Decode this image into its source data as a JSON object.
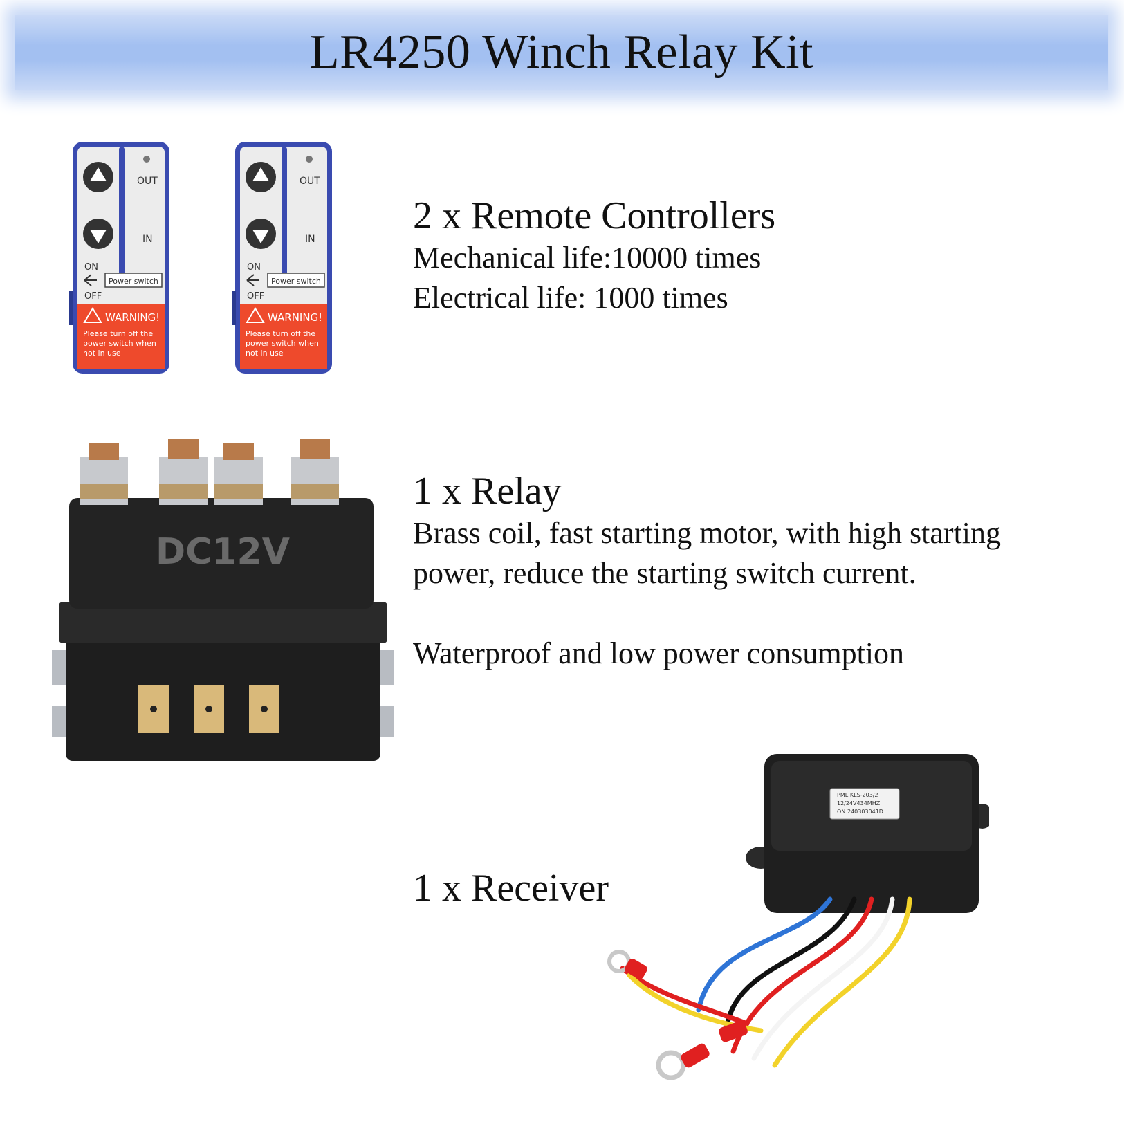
{
  "title": "LR4250 Winch Relay Kit",
  "remotes": {
    "heading": "2 x Remote Controllers",
    "lines": [
      "Mechanical life:10000 times",
      "Electrical life: 1000 times"
    ],
    "labels": {
      "out": "OUT",
      "in": "IN",
      "on": "ON",
      "off": "OFF",
      "power_switch": "Power switch",
      "warning": "WARNING!",
      "warning_text": [
        "Please turn off the",
        "power switch when",
        "not in use"
      ]
    },
    "colors": {
      "body": "#e8e8e8",
      "frame": "#3a4bb0",
      "warning": "#ee4a2c"
    }
  },
  "relay": {
    "heading": "1 x Relay",
    "lines": [
      "Brass coil, fast starting motor, with high starting",
      "power, reduce the starting switch current."
    ],
    "extra": "Waterproof and low power consumption",
    "label": "DC12V"
  },
  "receiver": {
    "heading": "1 x Receiver",
    "label_lines": [
      "PML:KLS-203/2",
      "12/24V434MHZ",
      "ON:240303041D"
    ]
  }
}
